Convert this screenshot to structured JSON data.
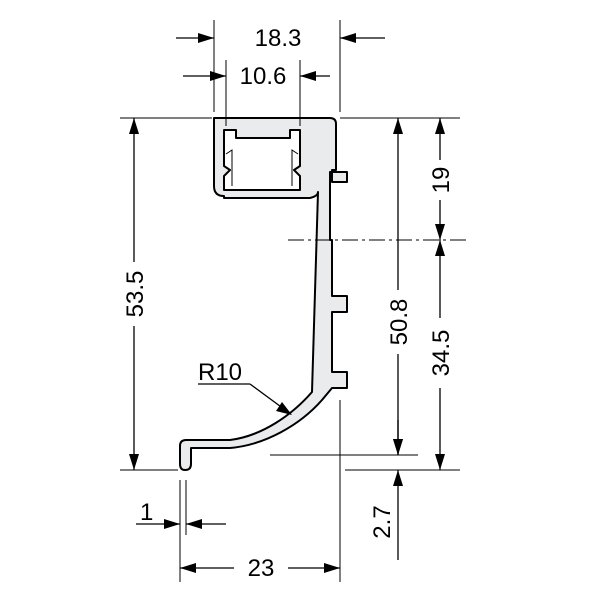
{
  "dimensions": {
    "overall_width_top": "18.3",
    "inner_channel_width": "10.6",
    "overall_height": "53.5",
    "upper_section_height": "19",
    "lower_height": "50.8",
    "lower_section_height": "34.5",
    "bend_radius": "R10",
    "lip_thickness": "1",
    "foot_height": "2.7",
    "base_width": "23"
  },
  "colors": {
    "profile_fill": "#e9ebed",
    "line": "#000000"
  }
}
